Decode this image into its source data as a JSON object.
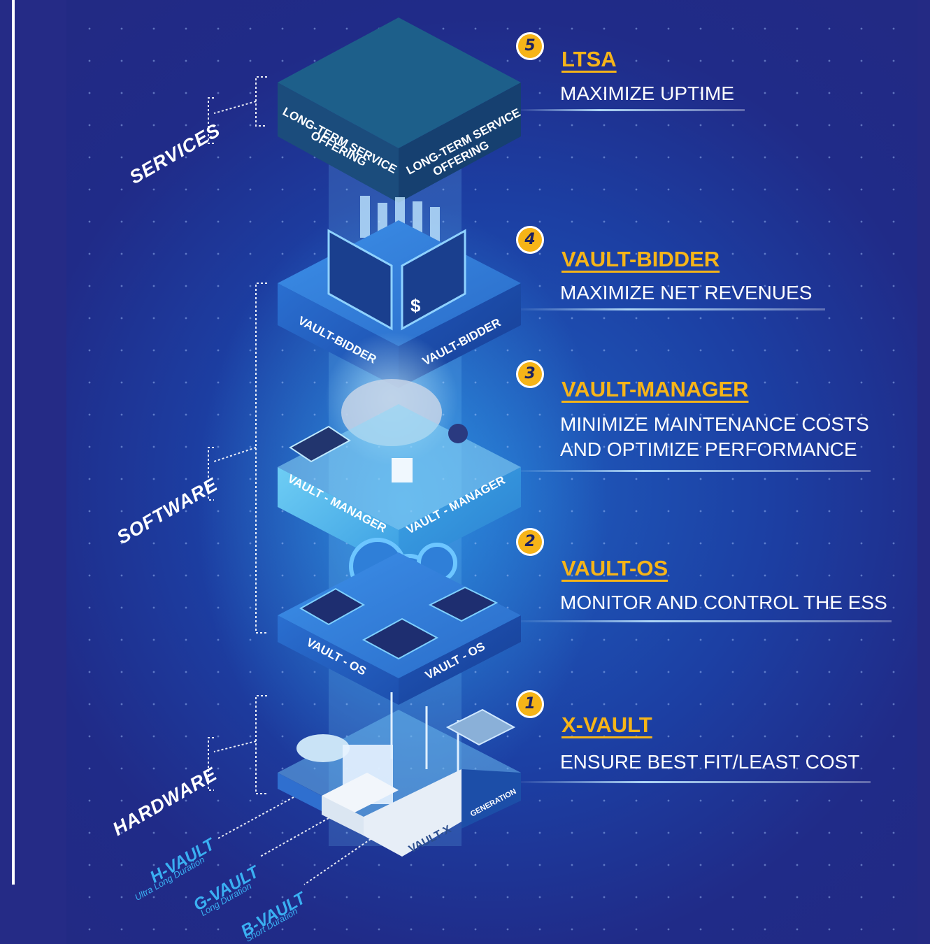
{
  "steps": [
    {
      "number": "5",
      "title": "LTSA",
      "description": [
        "MAXIMIZE UPTIME"
      ]
    },
    {
      "number": "4",
      "title": "VAULT-BIDDER",
      "description": [
        "MAXIMIZE NET REVENUES"
      ]
    },
    {
      "number": "3",
      "title": "VAULT-MANAGER",
      "description": [
        "MINIMIZE MAINTENANCE COSTS",
        "AND OPTIMIZE PERFORMANCE"
      ]
    },
    {
      "number": "2",
      "title": "VAULT-OS",
      "description": [
        "MONITOR AND CONTROL THE ESS"
      ]
    },
    {
      "number": "1",
      "title": "X-VAULT",
      "description": [
        "ENSURE BEST FIT/LEAST COST"
      ]
    }
  ],
  "categories": {
    "services": "SERVICES",
    "software": "SOFTWARE",
    "hardware": "HARDWARE"
  },
  "vault_types": [
    {
      "name": "H-VAULT",
      "duration": "Ultra Long Duration"
    },
    {
      "name": "G-VAULT",
      "duration": "Long Duration"
    },
    {
      "name": "B-VAULT",
      "duration": "Short Duration"
    }
  ],
  "layers": {
    "ltsa": {
      "left_face": [
        "LONG-TERM SERVICE",
        "OFFERING"
      ],
      "right_face": [
        "LONG-TERM SERVICE",
        "OFFERING"
      ]
    },
    "bidder": {
      "left_face": "VAULT-BIDDER",
      "right_face": "VAULT-BIDDER"
    },
    "manager": {
      "left_face": "VAULT - MANAGER",
      "right_face": "VAULT - MANAGER"
    },
    "os": {
      "left_face": "VAULT - OS",
      "right_face": "VAULT - OS"
    },
    "hardware": {
      "block_label": "VAULT-X",
      "side_label": "GENERATION"
    }
  },
  "colors": {
    "accent": "#f6b418",
    "text": "#ffffff",
    "vault_blue": "#3ab0f2",
    "background": "#232a86"
  }
}
